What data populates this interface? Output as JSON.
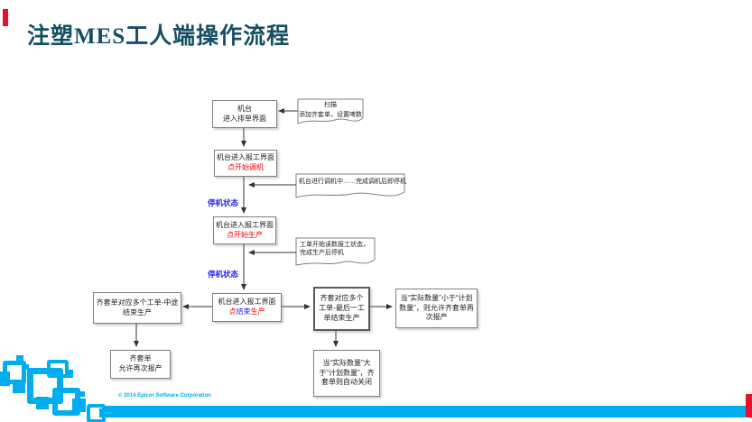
{
  "slide": {
    "title": "注塑MES工人端操作流程"
  },
  "footer": {
    "copyright": "© 2014 Epicor Software Corporation"
  },
  "colors": {
    "accent_red": "#E8112D",
    "brand_blue": "#00AEEF",
    "title_blue": "#154F66",
    "highlight_red": "#FF0000",
    "state_blue": "#2222EE"
  },
  "flowchart": {
    "boxes": {
      "enter_schedule": {
        "line1": "机台",
        "line2": "进入排单界面"
      },
      "start_tuning": {
        "line1": "机台进入报工界面",
        "line2": "点开始调机"
      },
      "start_production": {
        "line1": "机台进入报工界面",
        "line2": "点开始生产"
      },
      "end_production": {
        "line1": "机台进入报工界面",
        "line2_part1": "点",
        "line2_part2": "结束",
        "line2_part3": "生产"
      },
      "multi_wo_mid": {
        "line1": "齐套单对应多个工单-中途",
        "line2": "结束生产"
      },
      "allow_report_again": {
        "line1": "齐套单",
        "line2": "允许再次报产"
      },
      "multi_wo_last": {
        "text": "齐套对应多个工单-最后一工单结束生产"
      },
      "qty_less": {
        "text": "当“实际数量”小于“计划数量”，则允许齐套单再次报产"
      },
      "qty_more": {
        "text": "当“实际数量”大于“计划数量”，齐套单则自动关闭"
      }
    },
    "documents": {
      "scan": {
        "line1": "扫描",
        "line2": "添加齐套单，设置啤数"
      },
      "tuning": {
        "text": "机台进行调机中……完成调机后即停机"
      },
      "reading": {
        "text": "工单开始读数报工状态，完成生产后停机"
      }
    },
    "labels": {
      "stopped1": "停机状态",
      "stopped2": "停机状态"
    }
  }
}
